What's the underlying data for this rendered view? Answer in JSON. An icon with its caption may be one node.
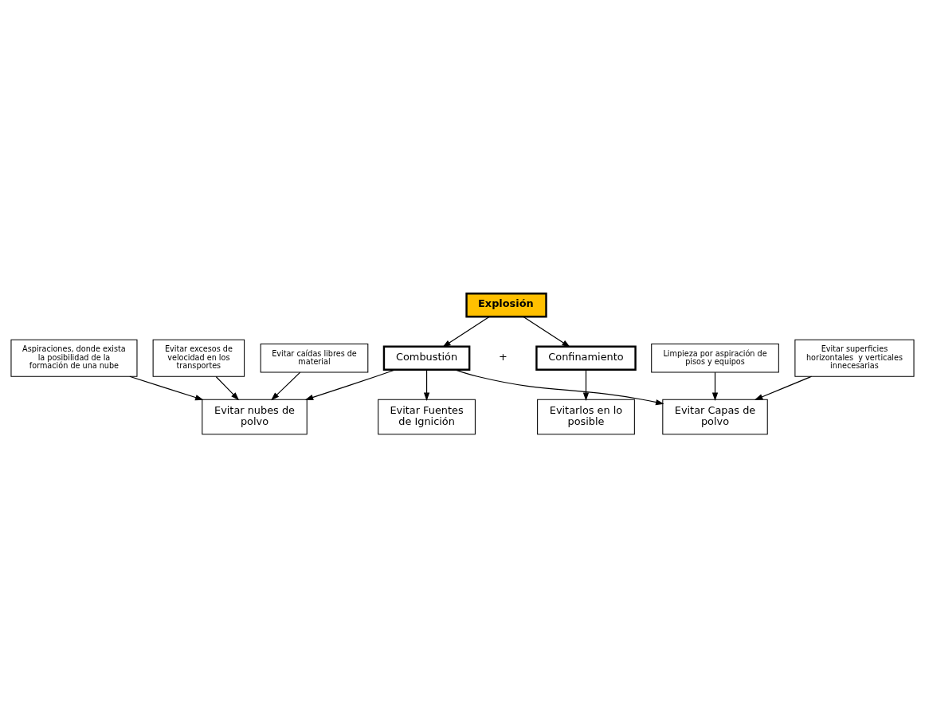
{
  "diagram": {
    "nodes": [
      {
        "text": [
          "Explosión"
        ]
      },
      {
        "text": [
          "Combustión"
        ]
      },
      {
        "text": [
          "Confinamiento"
        ]
      },
      {
        "text": [
          "Evitar nubes de polvo"
        ]
      },
      {
        "text": [
          "Evitarlos en lo posible"
        ]
      },
      {
        "text": [
          "Aspiraciones, donde exista la posibilidad de la formación de una nube"
        ]
      },
      {
        "text": [
          "Evitar excesos de velocidad en los transportes"
        ]
      },
      {
        "text": [
          "Evitar caídas libres de material"
        ]
      },
      {
        "text": [
          "Evitar Fuentes de Ignición"
        ]
      },
      {
        "text": [
          "Limpieza por aspiración de pisos y equipos"
        ]
      },
      {
        "text": [
          "Evitar Capas de polvo"
        ]
      },
      {
        "text": [
          "Evitar superficies horizontales  y verticales innecesarias"
        ]
      }
    ],
    "edges": [
      {
        "from": 0,
        "to": 1,
        "arrow": "to"
      },
      {
        "from": 0,
        "to": 2,
        "arrow": "to"
      },
      {
        "from": 2,
        "to": 4,
        "arrow": "to"
      },
      {
        "from": 1,
        "to": 3,
        "arrow": "to"
      },
      {
        "from": 1,
        "to": 8,
        "arrow": "to"
      },
      {
        "from": 1,
        "to": 10,
        "arrow": "to"
      },
      {
        "from": 5,
        "to": 3,
        "arrow": "to"
      },
      {
        "from": 6,
        "to": 3,
        "arrow": "to"
      },
      {
        "from": 7,
        "to": 3,
        "arrow": "to"
      },
      {
        "from": 9,
        "to": 10,
        "arrow": "to"
      },
      {
        "from": 11,
        "to": 10,
        "arrow": "to"
      }
    ],
    "labels": [
      "+"
    ]
  }
}
